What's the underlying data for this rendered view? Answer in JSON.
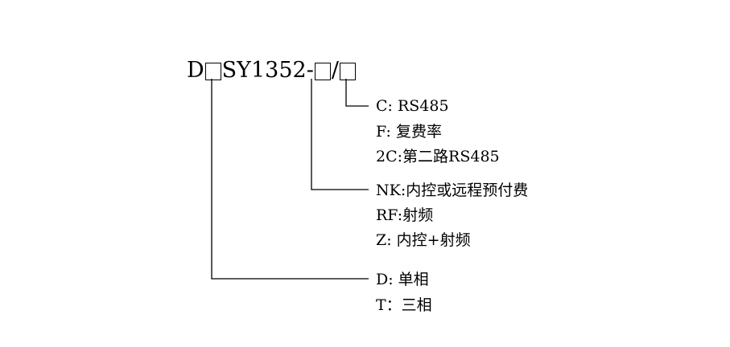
{
  "model_code": {
    "prefix": "D",
    "middle": "SY1352-",
    "separator": "/"
  },
  "groups": [
    {
      "options": [
        {
          "text": "C: RS485"
        },
        {
          "text": "F: 复费率"
        },
        {
          "text": "2C:第二路RS485"
        }
      ]
    },
    {
      "options": [
        {
          "text": "NK:内控或远程预付费"
        },
        {
          "text": "RF:射频"
        },
        {
          "text": "Z: 内控+射频"
        }
      ]
    },
    {
      "options": [
        {
          "text": "D: 单相"
        },
        {
          "text": "T：三相"
        }
      ]
    }
  ]
}
